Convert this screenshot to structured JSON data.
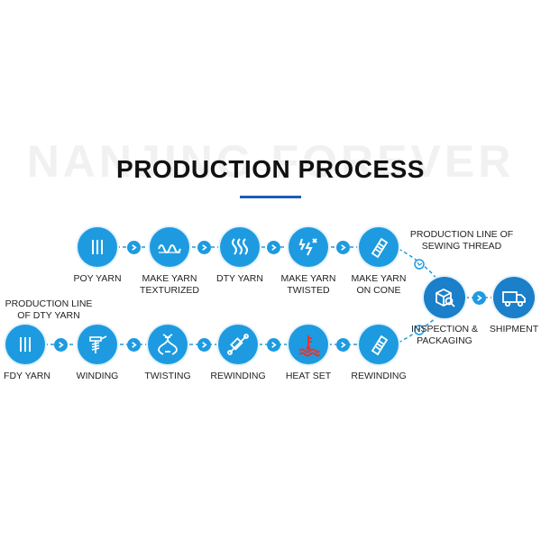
{
  "watermark": "NANJING FOREVER",
  "title": "PRODUCTION PROCESS",
  "colors": {
    "accent": "#1e9be0",
    "accent_dark": "#1b7fc9",
    "title_bar": "#1f5bb5",
    "heat_icon": "#e8332a"
  },
  "notes": {
    "sewing_line": [
      "PRODUCTION LINE OF",
      "SEWING THREAD"
    ],
    "dty_line": [
      "PRODUCTION LINE",
      "OF DTY YARN"
    ]
  },
  "top_row": [
    {
      "icon": "yarn-lines-icon",
      "label": [
        "POY YARN"
      ]
    },
    {
      "icon": "wave-icon",
      "label": [
        "MAKE YARN",
        "TEXTURIZED"
      ]
    },
    {
      "icon": "steam-icon",
      "label": [
        "DTY YARN"
      ]
    },
    {
      "icon": "twist-spark-icon",
      "label": [
        "MAKE YARN",
        "TWISTED"
      ]
    },
    {
      "icon": "cone-icon",
      "label": [
        "MAKE YARN",
        "ON CONE"
      ]
    }
  ],
  "bottom_row": [
    {
      "icon": "yarn-lines-icon",
      "label": [
        "FDY YARN"
      ]
    },
    {
      "icon": "winding-icon",
      "label": [
        "WINDING"
      ]
    },
    {
      "icon": "dna-icon",
      "label": [
        "TWISTING"
      ]
    },
    {
      "icon": "bobbin-icon",
      "label": [
        "REWINDING"
      ]
    },
    {
      "icon": "thermometer-icon",
      "label": [
        "HEAT SET"
      ]
    },
    {
      "icon": "cone-icon",
      "label": [
        "REWINDING"
      ]
    }
  ],
  "end_nodes": [
    {
      "icon": "box-inspect-icon",
      "label": [
        "INSPECTION &",
        "PACKAGING"
      ]
    },
    {
      "icon": "truck-icon",
      "label": [
        "SHIPMENT"
      ]
    }
  ]
}
